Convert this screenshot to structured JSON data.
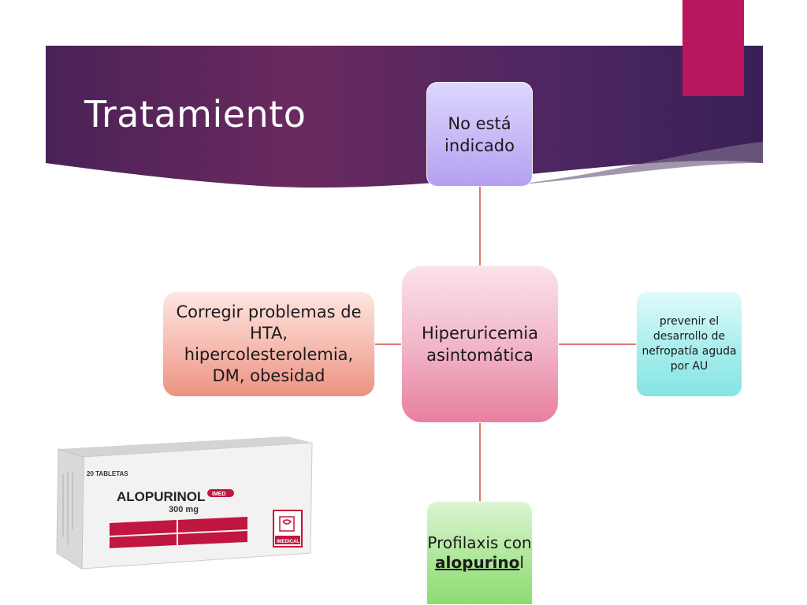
{
  "slide": {
    "title": "Tratamiento",
    "colors": {
      "header_band_start": "#5a2a63",
      "header_band_end": "#3a2056",
      "accent_tab": "#b8175f",
      "connector": "#d96a5a"
    }
  },
  "diagram": {
    "center": {
      "text": "Hiperuricemia asintomática"
    },
    "top": {
      "text": "No está indicado"
    },
    "left": {
      "text": "Corregir problemas de HTA, hipercolesterolemia, DM, obesidad"
    },
    "right": {
      "text": "prevenir el desarrollo de nefropatía aguda por AU"
    },
    "bottom": {
      "prefix": "Profilaxis con ",
      "emphasis": "alopurino",
      "suffix": "l"
    }
  },
  "product_box": {
    "count_label": "20 TABLETAS",
    "brand": "ALOPURINOL",
    "maker_badge": "IMED",
    "dose": "300 mg",
    "maker": "IMEDICAL"
  }
}
